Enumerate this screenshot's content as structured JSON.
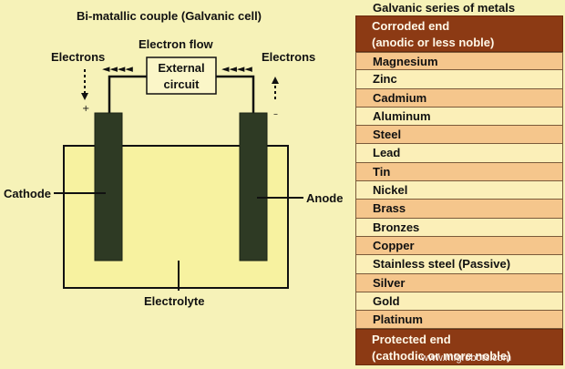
{
  "diagram": {
    "title": "Bi-matallic couple (Galvanic cell)",
    "electron_flow_label": "Electron flow",
    "electrons_left_label": "Electrons",
    "electrons_right_label": "Electrons",
    "external_circuit_line1": "External",
    "external_circuit_line2": "circuit",
    "cathode_label": "Cathode",
    "anode_label": "Anode",
    "electrolyte_label": "Electrolyte",
    "arrow_glyphs": "◄◄◄◄",
    "terminal_left_sign": "+",
    "terminal_right_sign": "–"
  },
  "galvanic_series": {
    "title": "Galvanic series of metals",
    "top_end": {
      "line1": "Corroded end",
      "line2": "(anodic or less noble)"
    },
    "metals": [
      "Magnesium",
      "Zinc",
      "Cadmium",
      "Aluminum",
      "Steel",
      "Lead",
      "Tin",
      "Nickel",
      "Brass",
      "Bronzes",
      "Copper",
      "Stainless steel (Passive)",
      "Silver",
      "Gold",
      "Platinum"
    ],
    "bottom_end": {
      "line1": "Protected end",
      "line2": "(cathodic or more noble)"
    }
  },
  "watermark": "www.mfgrobots.com",
  "colors": {
    "background": "#f6f2b8",
    "electrolyte": "#f7f2a0",
    "electrode": "#2e3a24",
    "end_band": "#8c3a14",
    "row_dark": "#f5c68c",
    "row_light": "#fbefb8"
  }
}
